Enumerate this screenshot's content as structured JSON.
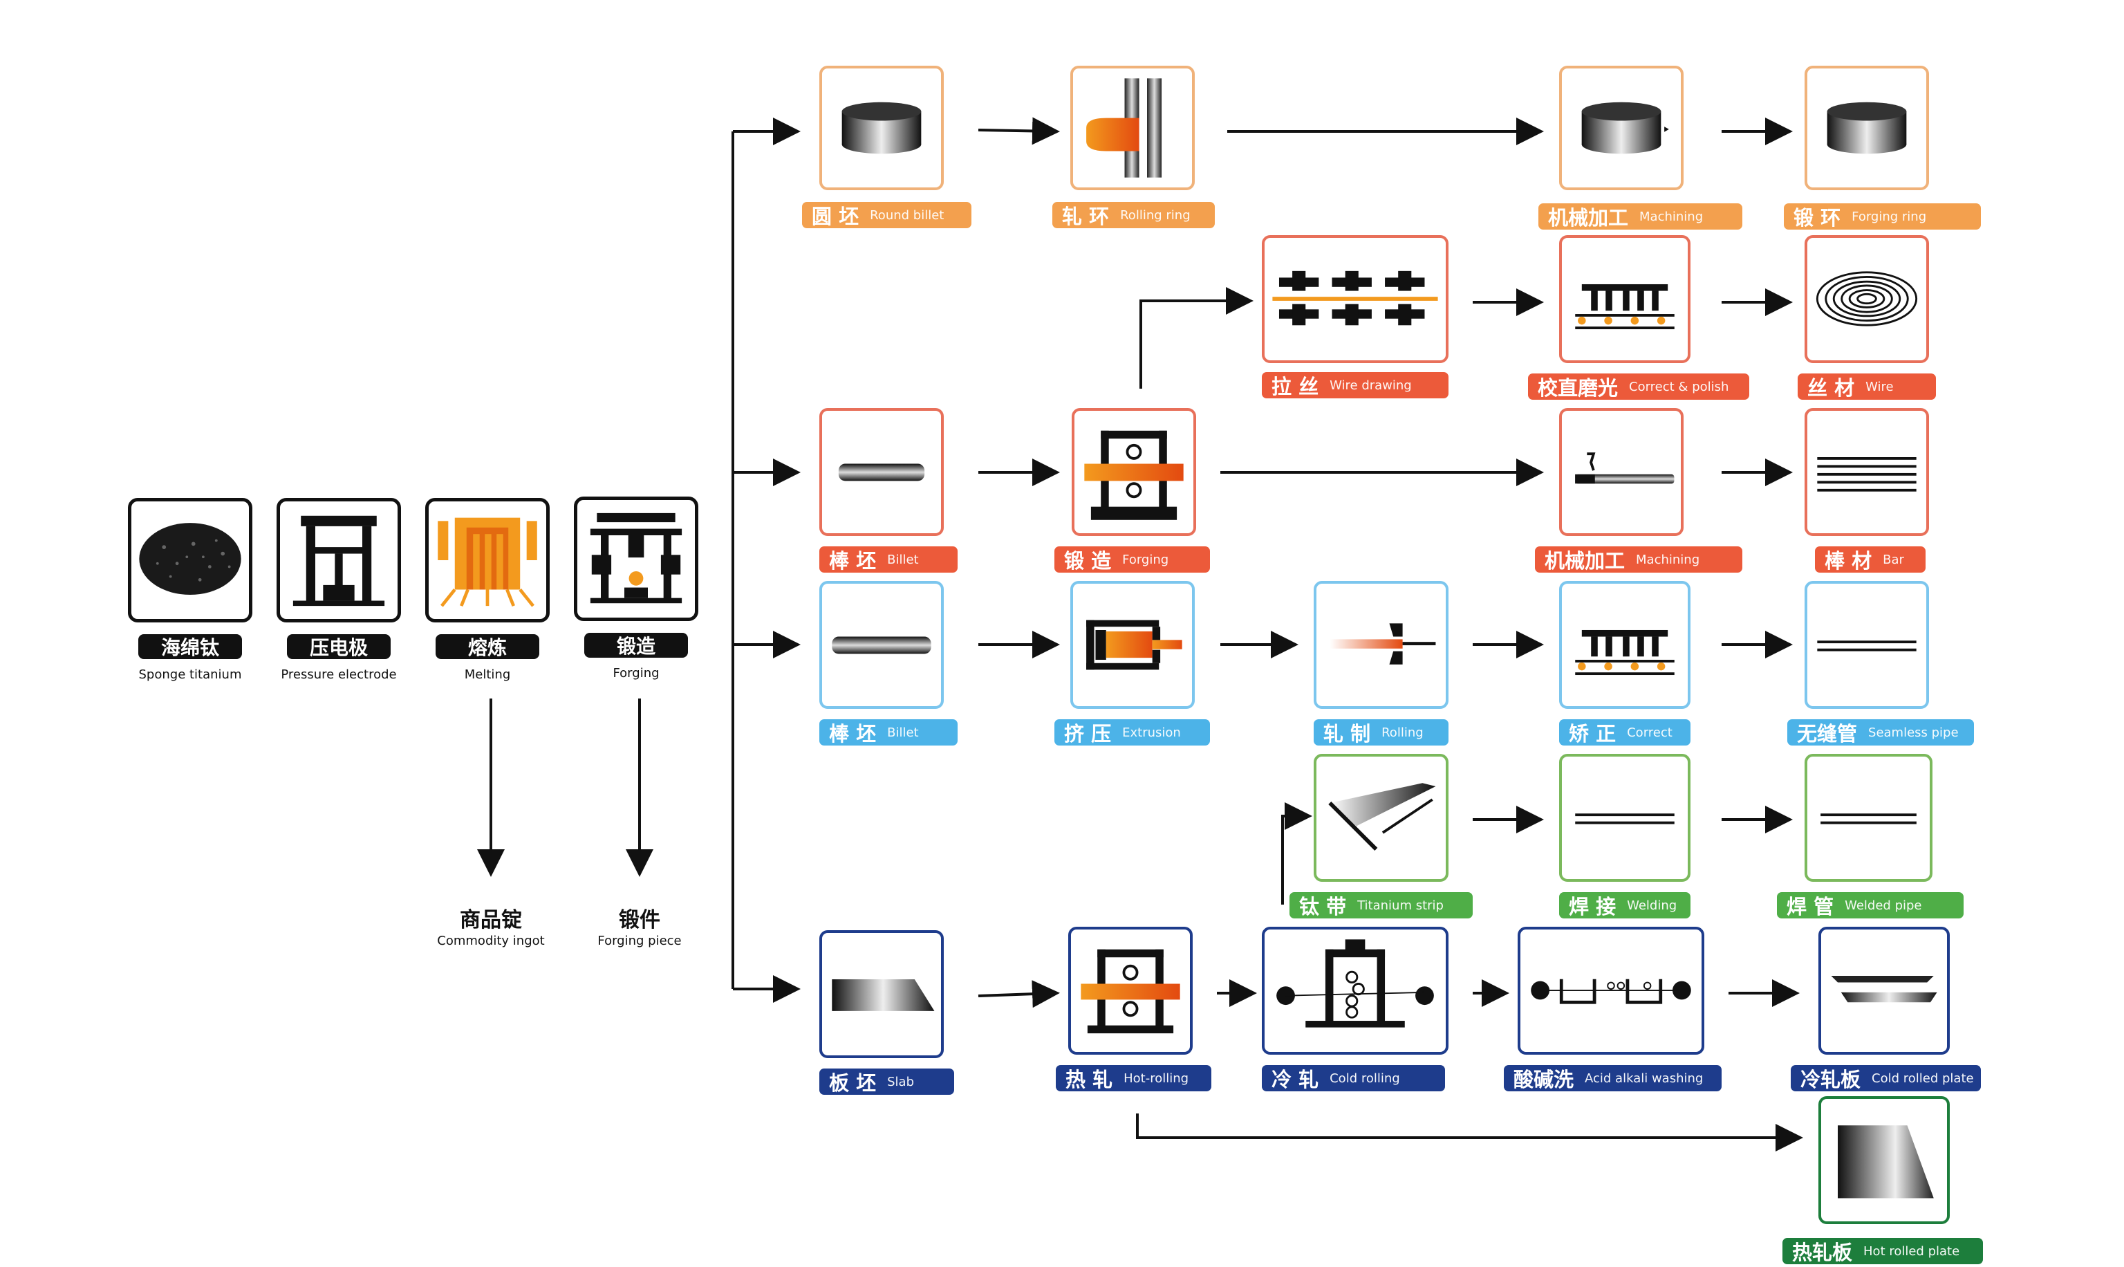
{
  "start_steps": [
    {
      "zh": "海绵钛",
      "en": "Sponge titanium"
    },
    {
      "zh": "压电极",
      "en": "Pressure electrode"
    },
    {
      "zh": "熔炼",
      "en": "Melting"
    },
    {
      "zh": "锻造",
      "en": "Forging"
    }
  ],
  "outputs": [
    {
      "zh": "商品锭",
      "en": "Commodity ingot"
    },
    {
      "zh": "锻件",
      "en": "Forging piece"
    }
  ],
  "row1": [
    {
      "zh": "圆 坯",
      "en": "Round billet"
    },
    {
      "zh": "轧 环",
      "en": "Rolling ring"
    },
    {
      "zh": "机械加工",
      "en": "Machining"
    },
    {
      "zh": "锻 环",
      "en": "Forging ring"
    }
  ],
  "row2": [
    {
      "zh": "拉 丝",
      "en": "Wire drawing"
    },
    {
      "zh": "校直磨光",
      "en": "Correct & polish"
    },
    {
      "zh": "丝 材",
      "en": "Wire"
    }
  ],
  "row3": [
    {
      "zh": "棒 坯",
      "en": "Billet"
    },
    {
      "zh": "锻 造",
      "en": "Forging"
    },
    {
      "zh": "机械加工",
      "en": "Machining"
    },
    {
      "zh": "棒 材",
      "en": "Bar"
    }
  ],
  "row4": [
    {
      "zh": "棒 坯",
      "en": "Billet"
    },
    {
      "zh": "挤 压",
      "en": "Extrusion"
    },
    {
      "zh": "轧 制",
      "en": "Rolling"
    },
    {
      "zh": "矫 正",
      "en": "Correct"
    },
    {
      "zh": "无缝管",
      "en": "Seamless pipe"
    }
  ],
  "row5": [
    {
      "zh": "钛 带",
      "en": "Titanium strip"
    },
    {
      "zh": "焊 接",
      "en": "Welding"
    },
    {
      "zh": "焊 管",
      "en": "Welded pipe"
    }
  ],
  "row6": [
    {
      "zh": "板 坯",
      "en": "Slab"
    },
    {
      "zh": "热 轧",
      "en": "Hot-rolling"
    },
    {
      "zh": "冷 轧",
      "en": "Cold rolling"
    },
    {
      "zh": "酸碱洗",
      "en": "Acid alkali washing"
    },
    {
      "zh": "冷轧板",
      "en": "Cold rolled plate"
    }
  ],
  "row7": [
    {
      "zh": "热轧板",
      "en": "Hot rolled plate"
    }
  ],
  "colors": {
    "orange": "#f3a04e",
    "red": "#ec5a3a",
    "blue": "#4cb3e8",
    "green": "#4fae47",
    "navy": "#1e3c8c",
    "dark_green": "#1d7e3c",
    "melt_orange": "#f39a1e"
  }
}
